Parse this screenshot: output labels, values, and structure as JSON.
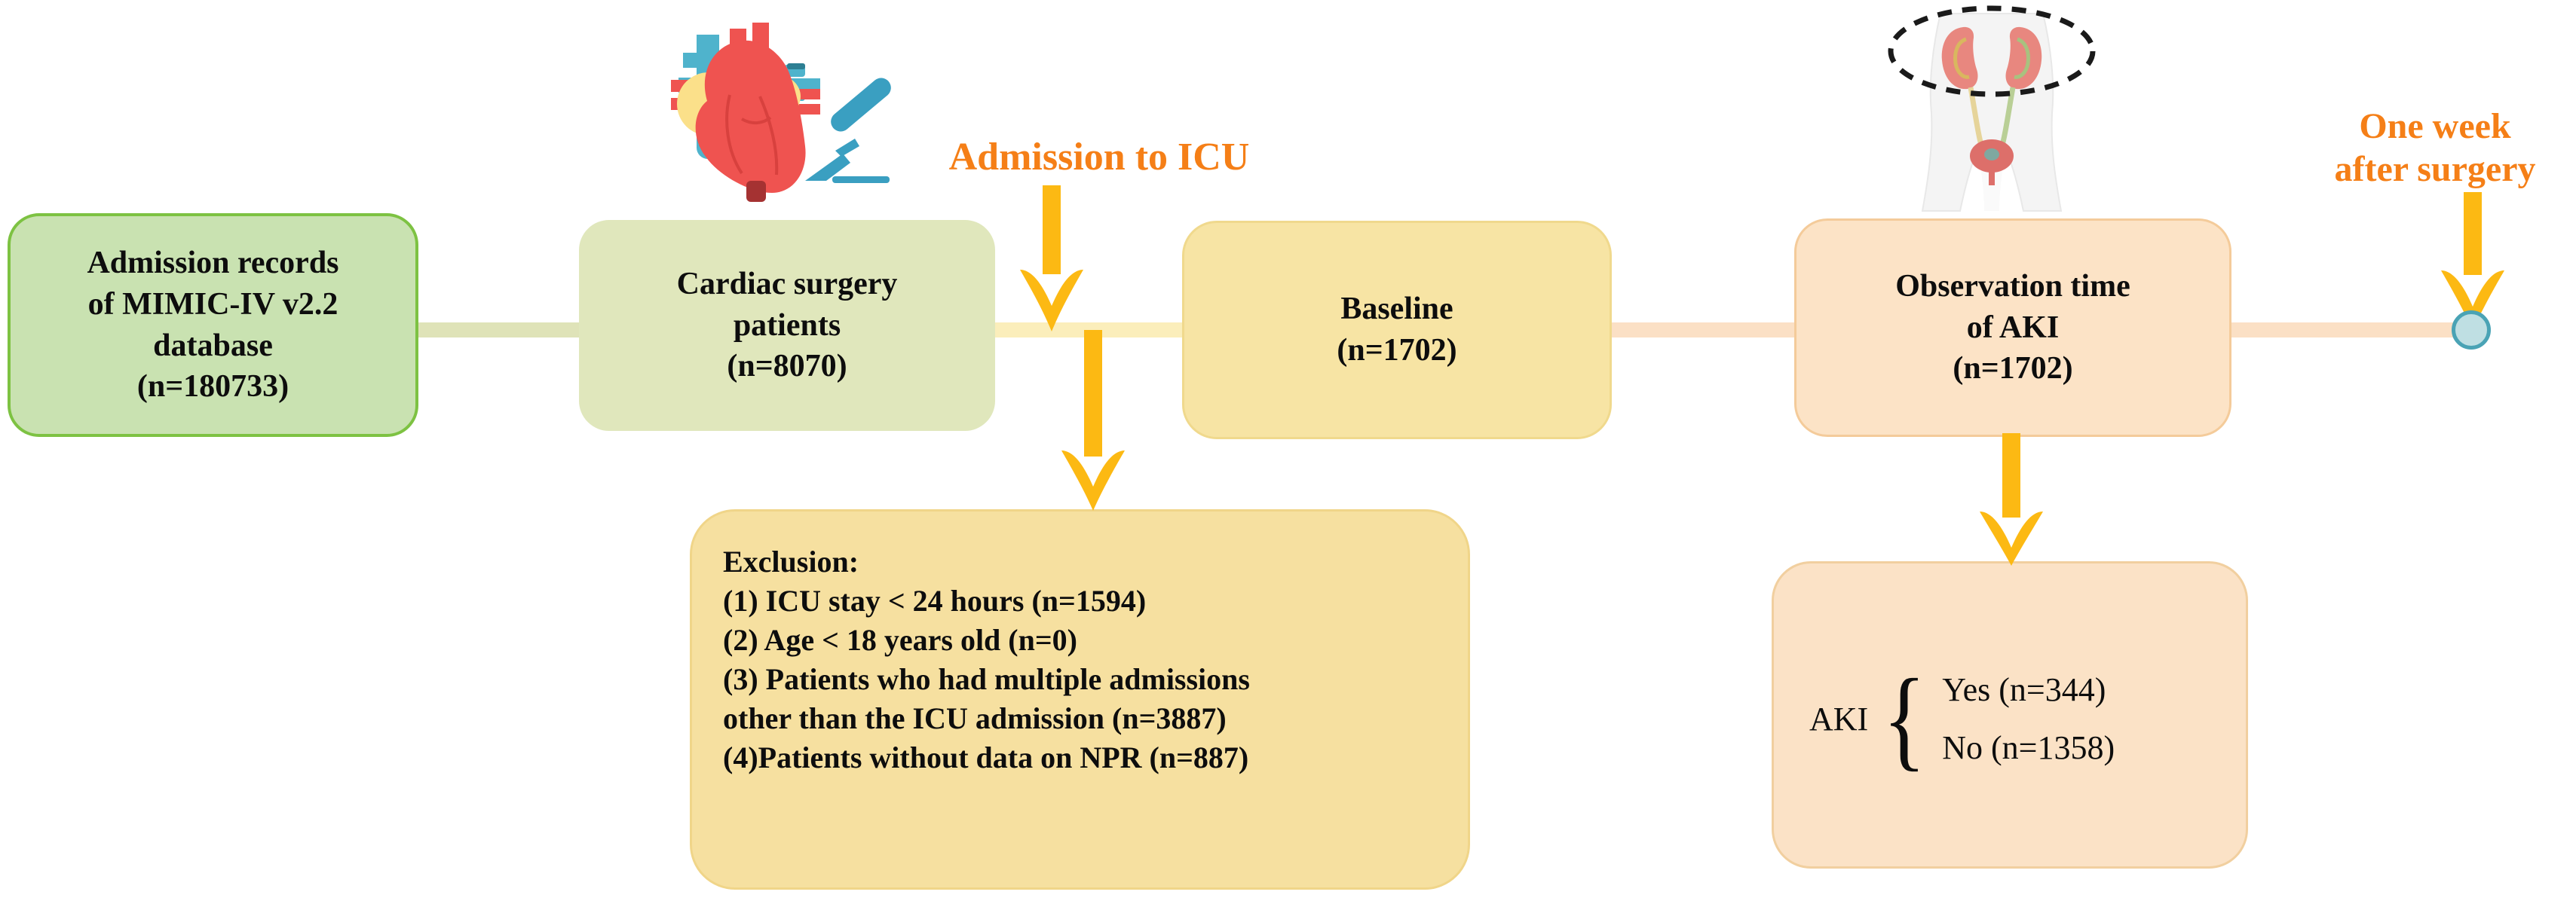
{
  "figure": {
    "type": "flowchart",
    "title": "Study flow diagram of cardiac surgery AKI cohort from MIMIC-IV v2.2"
  },
  "nodes": {
    "admission_records": {
      "name": "admission-records-node",
      "lines": [
        "Admission records",
        "of MIMIC-IV v2.2",
        "database",
        "(n=180733)"
      ],
      "fill": "#c9e2b1",
      "border": "#7dc242"
    },
    "cardiac_surgery": {
      "name": "cardiac-surgery-node",
      "lines": [
        "Cardiac surgery",
        "patients",
        "(n=8070)"
      ],
      "fill": "#e0e7bc",
      "border": "#e0e7bc"
    },
    "baseline": {
      "name": "baseline-node",
      "lines": [
        "Baseline",
        "(n=1702)"
      ],
      "fill": "#f7e4a4",
      "border": "#f0d98d"
    },
    "observation": {
      "name": "observation-node",
      "lines": [
        "Observation time",
        "of AKI",
        "(n=1702)"
      ],
      "fill": "#fce3c6",
      "border": "#f4cb9a"
    },
    "exclusion": {
      "name": "exclusion-node",
      "heading": "Exclusion:",
      "items": [
        "(1) ICU stay < 24 hours (n=1594)",
        "(2) Age < 18 years old (n=0)",
        "(3) Patients who had multiple admissions",
        "other than the ICU admission  (n=3887)",
        "(4)Patients without data on NPR (n=887)"
      ],
      "fill": "#f6e0a0",
      "border": "#f0d589"
    },
    "aki_outcome": {
      "name": "aki-outcome-node",
      "label": "AKI",
      "brace": "{",
      "rows": [
        "Yes (n=344)",
        "No  (n=1358)"
      ],
      "fill": "#fbe2c6",
      "border": "#f1cf9f"
    }
  },
  "annotations": {
    "admission_to_icu": "Admission to ICU",
    "one_week_after_surgery": "One week\nafter surgery",
    "color": "#f57f17"
  },
  "connectors": {
    "green_rail_color": "#dfe3b8",
    "yellow_rail_color": "#fbeebb",
    "peach_rail_color": "#fbe0c5",
    "arrow_color": "#fcb913"
  },
  "endpoint": {
    "name": "timeline-endpoint",
    "fill": "#bfdfe3",
    "border": "#4aa3b5"
  },
  "icons": {
    "heart_surgery": "heart-surgery-icon",
    "urinary_kidney": "urinary-system-kidney-icon"
  }
}
